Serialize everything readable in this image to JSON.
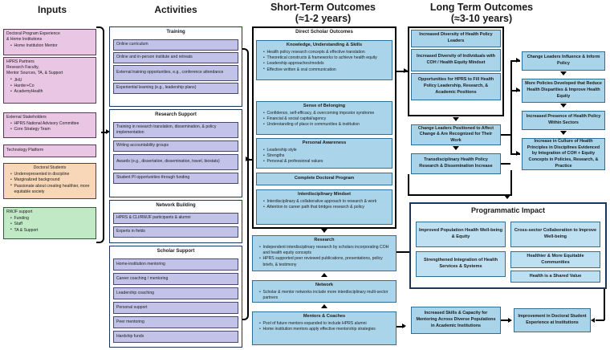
{
  "headers": {
    "inputs": "Inputs",
    "activities": "Activities",
    "short_term_l1": "Short-Term Outcomes",
    "short_term_l2": "(≈1-2 years)",
    "long_term_l1": "Long Term Outcomes",
    "long_term_l2": "(≈3-10 years)"
  },
  "inputs": [
    {
      "title": "Doctoral Program Experience & Home Institutions",
      "title_lines": [
        "Doctoral Program Experience",
        "& Home Institutions"
      ],
      "bullets": [
        "Home Institution Mentor"
      ],
      "color": "#e9c6e4"
    },
    {
      "title": "HPRS Partners",
      "title_lines": [
        "HPRS Partners",
        "Research Faculty,",
        "Mentor Sources, TA, & Support"
      ],
      "bullets": [
        "JHU",
        "Harder+Co",
        "AcademyHealth"
      ],
      "color": "#e9c6e4"
    },
    {
      "title": "External Stakeholders",
      "title_lines": [
        "External Stakeholders"
      ],
      "bullets": [
        "HPRS National Advisory Committee",
        "Core Strategy Team"
      ],
      "color": "#e9c6e4"
    },
    {
      "title": "Technology Platform",
      "title_lines": [
        "Technology Platform"
      ],
      "bullets": [],
      "color": "#e9c6e4"
    },
    {
      "title": "Doctoral Students",
      "title_lines": [
        "Doctoral Students"
      ],
      "bullets": [
        "Underrepresented in discipline",
        "Marginalized background",
        "Passionate about creating healthier, more equitable society"
      ],
      "color": "#f7d7b8"
    },
    {
      "title": "RWJF support",
      "title_lines": [
        "RWJF support"
      ],
      "bullets": [
        "Funding",
        "Staff",
        "TA & Support"
      ],
      "color": "#c2e9c5"
    }
  ],
  "activities": [
    {
      "group": "Training",
      "items": [
        "Online curriculum",
        "Online and in-person institute and retreats",
        "External training opportunities, e.g., conference attendance",
        "Experiential learning (e.g., leadership plans)"
      ]
    },
    {
      "group": "Research Support",
      "items": [
        "Training in research translation, dissemination, & policy implementation",
        "Writing accountability groups",
        "Awards (e.g., dissertation, dissemination, travel, biostats)",
        "Student PI opportunities through funding"
      ]
    },
    {
      "group": "Network Building",
      "items": [
        "HPRS & CLI/RWJF participants & alumni",
        "Experts in fields"
      ]
    },
    {
      "group": "Scholar Support",
      "items": [
        "Home-institution mentoring",
        "Career coaching / mentoring",
        "Leadership coaching",
        "Personal support",
        "Peer mentoring",
        "Hardship funds"
      ]
    }
  ],
  "short_term": {
    "direct_group_label": "Direct Scholar Outcomes",
    "direct": [
      {
        "title": "Knowledge, Understanding & Skills",
        "bullets": [
          "Health policy research concepts & effective translation",
          "Theoretical constructs & frameworks to achieve health equity",
          "Leadership approaches/models",
          "Effective written & oral communication"
        ]
      },
      {
        "title": "Sense of Belonging",
        "bullets": [
          "Confidence, self-efficacy, & overcoming impostor syndrome",
          "Financial & social capital/agency",
          "Understanding of place in communities & institution"
        ]
      },
      {
        "title": "Personal Awareness",
        "bullets": [
          "Leadership style",
          "Strengths",
          "Personal & professional values"
        ]
      },
      {
        "title": "Complete Doctoral Program",
        "bullets": []
      },
      {
        "title": "Interdisciplinary Mindset",
        "bullets": [
          "Interdisciplinary & collaborative approach to research & work",
          "Attention to career path that bridges research & policy"
        ]
      }
    ],
    "downstream": [
      {
        "title": "Research",
        "bullets": [
          "Independent interdisciplinary research by scholars incorporating COH and health equity concepts",
          "HPRS supported peer reviewed publications, presentations, policy briefs, & testimony"
        ]
      },
      {
        "title": "Network",
        "bullets": [
          "Scholar & mentor networks include more interdisciplinary multi-sector partners"
        ]
      },
      {
        "title": "Mentors & Coaches",
        "bullets": [
          "Pool of future mentors expanded to include HPRS alumni",
          "Home institution mentors apply effective mentorship strategies"
        ]
      }
    ]
  },
  "long_term": {
    "col1_group": [
      "Increased Diversity of Health Policy Leaders",
      "Increased Diversity of Individuals with COH / Health Equity Mindset",
      "Opportunities for HPRS to Fill Health Policy Leadership, Research, & Academic Positions"
    ],
    "col1_after": [
      "Change Leaders Positioned to Affect Change & Are Recognized for Their Work",
      "Transdisciplinary Health Policy Research & Dissemination Increase"
    ],
    "col2": [
      "Change Leaders Influence & Inform Policy",
      "More Policies Developed that Reduce Health Disparities & Improve Health Equity",
      "Increased Presence of Health Policy Within Sectors",
      "Increase in Culture of Health Principles in Disciplines Evidenced by Integration of COH + Equity Concepts in Policies, Research, & Practice"
    ]
  },
  "programmatic_impact": {
    "title": "Programmatic Impact",
    "left": [
      "Improved Population Health Well-being & Equity",
      "Strengthened Integration of Health Services & Systems"
    ],
    "right": [
      "Cross-sector Collaboration to Improve Well-being",
      "Healthier & More Equitable Communities",
      "Health is a Shared Value"
    ]
  },
  "bottom": [
    "Increased Skills & Capacity for Mentoring Across Diverse Populations in Academic Institutions",
    "Improvement in Doctoral Student Experience at Institutions"
  ],
  "colors": {
    "pink": "#e9c6e4",
    "peach": "#f7d7b8",
    "green": "#c2e9c5",
    "lavender": "#c3c3ea",
    "blue": "#a9d4ea",
    "navy": "#17375e"
  }
}
